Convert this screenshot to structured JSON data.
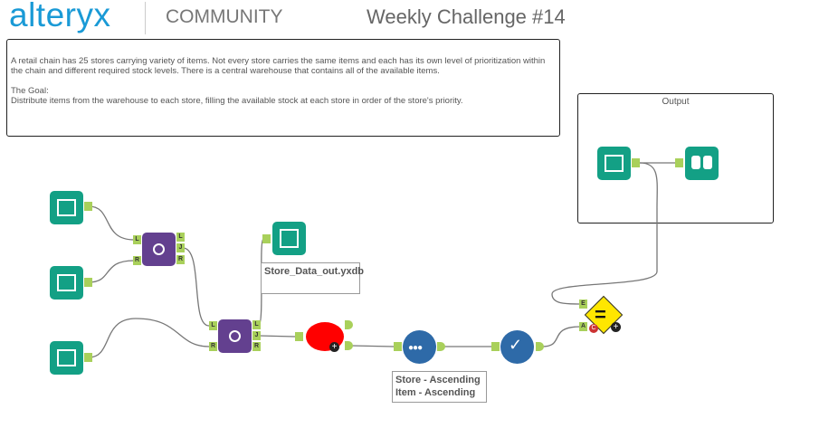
{
  "header": {
    "logo": "alteryx",
    "community": "COMMUNITY",
    "title": "Weekly Challenge #14"
  },
  "description": {
    "paragraph1": "A retail chain has 25 stores carrying variety of items.  Not every store carries the same items and each has its own level of prioritization within the chain and different required stock levels.  There is a central warehouse that contains all of the available items.",
    "goal_heading": "The Goal:",
    "goal_text": "Distribute items from the warehouse to each store, filling the available stock at each store in order of the store's priority."
  },
  "output_container": {
    "title": "Output"
  },
  "anchors": {
    "left": "L",
    "join": "J",
    "right": "R",
    "expected": "E",
    "actual": "A"
  },
  "tools": {
    "output_label": "Store_Data_out.yxdb",
    "sort_label_line1": "Store - Ascending",
    "sort_label_line2": "Item - Ascending"
  },
  "colors": {
    "teal": "#13a085",
    "purple": "#63408f",
    "blue": "#2e6aa8",
    "anchor": "#a9d05b",
    "brand": "#1a9ad6"
  }
}
